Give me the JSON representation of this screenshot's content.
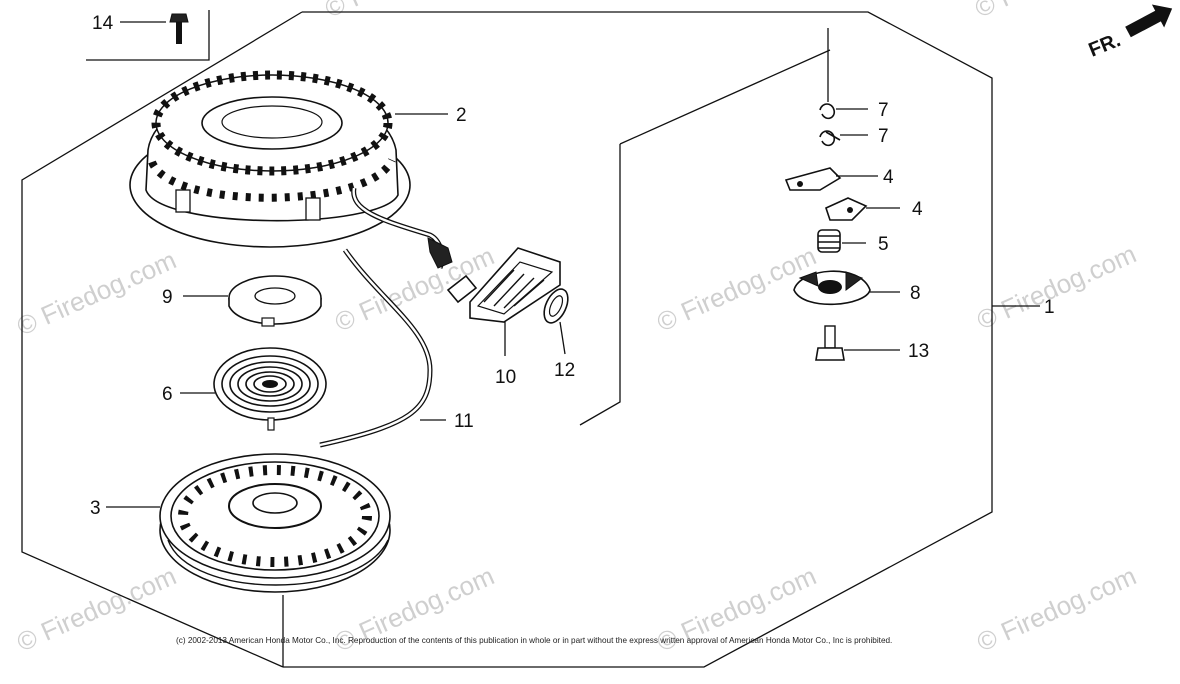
{
  "direction_marker": {
    "label": "FR.",
    "icon": "arrow-icon"
  },
  "watermarks": [
    "© Firedog.com",
    "© Firedog.com",
    "© Firedog.com",
    "© Firedog.com",
    "© Firedog.com",
    "© Firedog.com",
    "© Firedog.com",
    "© Firedog.com",
    "© Firedog.com",
    "© Firedog.com"
  ],
  "callouts": {
    "p14": "14",
    "p2": "2",
    "p9": "9",
    "p6": "6",
    "p3": "3",
    "p11": "11",
    "p10": "10",
    "p12": "12",
    "p7a": "7",
    "p7b": "7",
    "p4a": "4",
    "p4b": "4",
    "p5": "5",
    "p8": "8",
    "p13": "13",
    "p1": "1"
  },
  "copyright": "(c) 2002-2013 American Honda Motor Co., Inc. Reproduction of the contents of this publication in whole or in part without the express written approval of American Honda Motor Co., Inc is prohibited."
}
